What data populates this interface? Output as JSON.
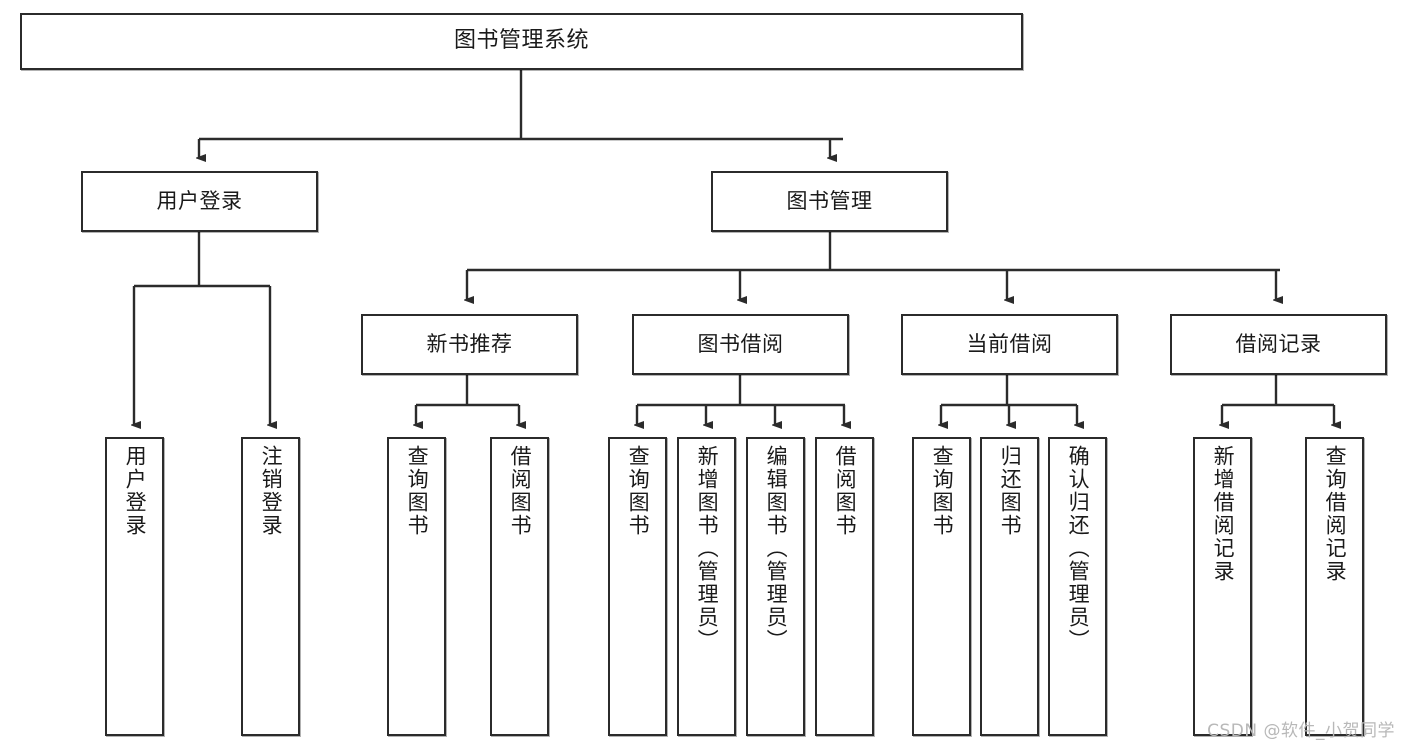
{
  "diagram": {
    "title": "图书管理系统",
    "type": "tree",
    "watermark": "CSDN @软件_小贺同学",
    "colors": {
      "box_border": "#2b2b2b",
      "box_fill": "#ffffff",
      "edge": "#2b2b2b",
      "text": "#1a1a1a",
      "watermark": "#b8b8b8"
    },
    "levels": {
      "level1": [
        "图书管理系统"
      ],
      "level2": [
        "用户登录",
        "图书管理"
      ],
      "level3": [
        "新书推荐",
        "图书借阅",
        "当前借阅",
        "借阅记录"
      ],
      "level4": [
        "用户登录",
        "注销登录",
        "查询图书",
        "借阅图书",
        "查询图书",
        "新增图书（管理员）",
        "编辑图书（管理员）",
        "借阅图书",
        "查询图书",
        "归还图书",
        "确认归还（管理员）",
        "新增借阅记录",
        "查询借阅记录"
      ]
    },
    "nodes": {
      "root": {
        "label": "图书管理系统"
      },
      "user_login": {
        "label": "用户登录"
      },
      "book_mgmt": {
        "label": "图书管理"
      },
      "new_book_rec": {
        "label": "新书推荐"
      },
      "book_borrow": {
        "label": "图书借阅"
      },
      "current_borrow": {
        "label": "当前借阅"
      },
      "borrow_record": {
        "label": "借阅记录"
      },
      "leaf_user_login": {
        "label": "用户登录"
      },
      "leaf_logout": {
        "label": "注销登录"
      },
      "leaf_query_book_1": {
        "label": "查询图书"
      },
      "leaf_borrow_book_1": {
        "label": "借阅图书"
      },
      "leaf_query_book_2": {
        "label": "查询图书"
      },
      "leaf_add_book": {
        "label": "新增图书（管理员）"
      },
      "leaf_edit_book": {
        "label": "编辑图书（管理员）"
      },
      "leaf_borrow_book_2": {
        "label": "借阅图书"
      },
      "leaf_query_book_3": {
        "label": "查询图书"
      },
      "leaf_return_book": {
        "label": "归还图书"
      },
      "leaf_confirm_return": {
        "label": "确认归还（管理员）"
      },
      "leaf_add_record": {
        "label": "新增借阅记录"
      },
      "leaf_query_record": {
        "label": "查询借阅记录"
      }
    }
  }
}
